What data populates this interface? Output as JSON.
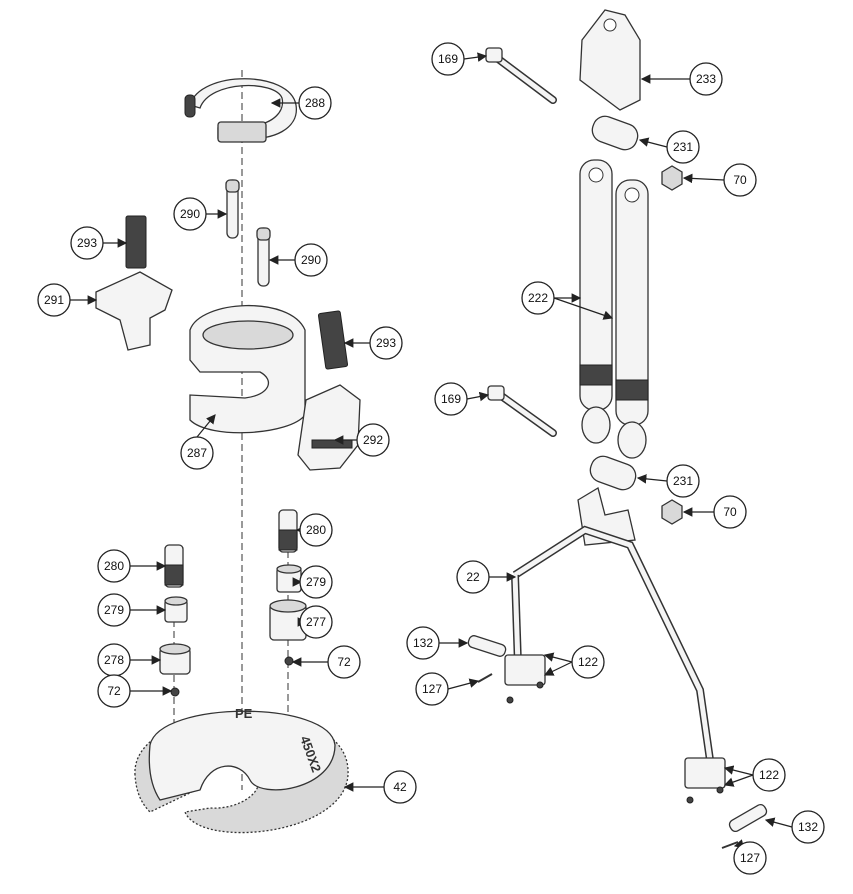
{
  "title": "Exploded parts diagram",
  "engravings": {
    "logo": "PE",
    "model": "450X2"
  },
  "callouts": [
    "288",
    "290",
    "290",
    "293",
    "291",
    "293",
    "287",
    "292",
    "280",
    "280",
    "279",
    "279",
    "278",
    "277",
    "72",
    "72",
    "42",
    "169",
    "233",
    "231",
    "70",
    "222",
    "169",
    "231",
    "70",
    "22",
    "132",
    "122",
    "127",
    "122",
    "132",
    "127"
  ]
}
